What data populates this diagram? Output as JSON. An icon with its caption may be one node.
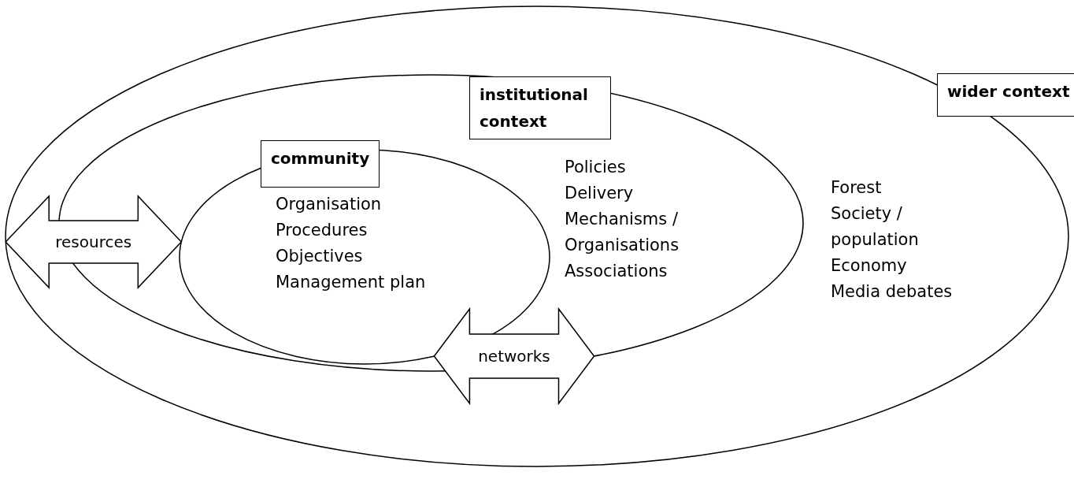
{
  "diagram": {
    "nodes": [
      {
        "text": [
          "wider context",
          "Forest",
          "Society / population",
          "Economy",
          "Media debates"
        ]
      },
      {
        "text": [
          "institutional context",
          "Policies",
          "Delivery",
          "Mechanisms / Organisations",
          "Associations"
        ],
        "in": 0
      },
      {
        "text": [
          "community",
          "Organisation",
          "Procedures",
          "Objectives",
          "Management plan"
        ],
        "in": 1
      }
    ],
    "edges": [
      {
        "from": 0,
        "to": 2,
        "arrow": "both",
        "label": "resources"
      },
      {
        "from": 2,
        "to": 1,
        "arrow": "both",
        "label": "networks"
      }
    ]
  }
}
